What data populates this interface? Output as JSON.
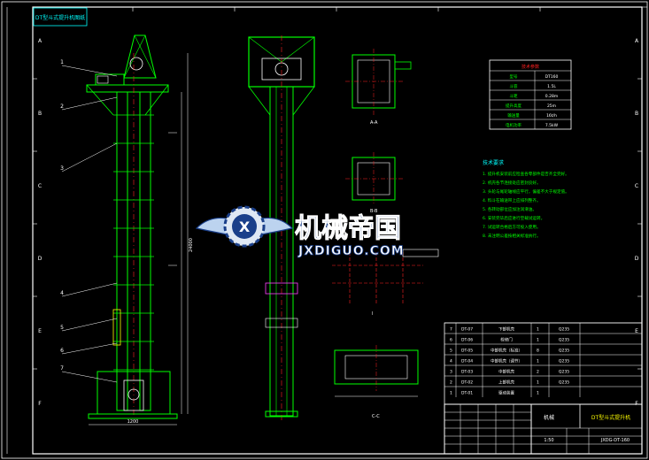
{
  "title_tab": "DT型斗式提升机图纸",
  "sheet_letters_left": [
    "A",
    "B",
    "C",
    "D",
    "E",
    "F"
  ],
  "sheet_letters_right": [
    "A",
    "B",
    "C",
    "D",
    "E",
    "F"
  ],
  "balloons": [
    "1",
    "2",
    "3",
    "4",
    "5",
    "6",
    "7"
  ],
  "specs": {
    "title": "技术参数",
    "rows": [
      [
        "型号",
        "DT160"
      ],
      [
        "斗容",
        "1.5L"
      ],
      [
        "斗距",
        "0.28m"
      ],
      [
        "提升高度",
        "25m"
      ],
      [
        "输送量",
        "16t/h"
      ],
      [
        "电机功率",
        "7.5kW"
      ]
    ]
  },
  "notes": {
    "title": "技术要求",
    "lines": [
      "1. 提升机安装前应检查各零部件是否齐全完好。",
      "2. 机壳各节连接处应密封良好。",
      "3. 头轮与尾轮轴线应平行，偏差不大于规定值。",
      "4. 料斗在输送带上应排列整齐。",
      "5. 各转动部位应加注润滑油。",
      "6. 安装完毕后应进行空载试运转。",
      "7. 试运转合格后方可投入使用。",
      "8. 未注明公差按相关标准执行。"
    ]
  },
  "view_labels": {
    "section_a": "A-A",
    "section_b": "B-B",
    "section_c": "C-C",
    "detail": "I"
  },
  "dims": {
    "total_height": "24000",
    "width": "1200"
  },
  "bom_rows": [
    [
      "7",
      "DT-07",
      "下部机壳",
      "1",
      "Q235"
    ],
    [
      "6",
      "DT-06",
      "检修门",
      "1",
      "Q235"
    ],
    [
      "5",
      "DT-05",
      "中部机壳（标准）",
      "8",
      "Q235"
    ],
    [
      "4",
      "DT-04",
      "中部机壳（调节）",
      "1",
      "Q235"
    ],
    [
      "3",
      "DT-03",
      "中部机壳",
      "2",
      "Q235"
    ],
    [
      "2",
      "DT-02",
      "上部机壳",
      "1",
      "Q235"
    ],
    [
      "1",
      "DT-01",
      "驱动装置",
      "1",
      ""
    ]
  ],
  "title_block": {
    "company": "机械",
    "name": "DT型斗式提升机",
    "drawing_no": "JXDG-DT-160",
    "scale": "1:50"
  },
  "watermark": {
    "cn": "机械帝国",
    "en": "JXDIGUO.COM"
  },
  "colors": {
    "green": "#00ff00",
    "white": "#ffffff",
    "cyan": "#00ffff",
    "red": "#ff2020",
    "yellow": "#ffff00",
    "magenta": "#ff40ff",
    "wm_blue": "#1a3f8a",
    "wm_light": "#bcd3ef"
  }
}
